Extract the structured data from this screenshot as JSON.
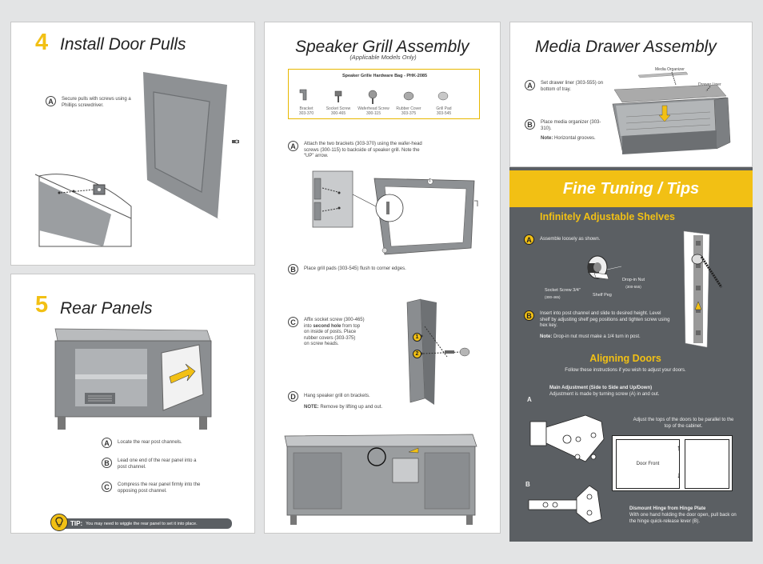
{
  "install": {
    "num": "4",
    "title": "Install Door Pulls",
    "stepA": {
      "letter": "A",
      "text": "Secure pulls with screws using a Phillips screwdriver."
    }
  },
  "rear": {
    "num": "5",
    "title": "Rear Panels",
    "steps": [
      {
        "letter": "A",
        "text": "Locate the rear post channels."
      },
      {
        "letter": "B",
        "text": "Lead one end of the rear panel into a post channel."
      },
      {
        "letter": "C",
        "text": "Compress the rear panel firmly into the opposing post channel."
      }
    ],
    "tip": {
      "label": "TIP:",
      "text": "You may need to wiggle the rear panel to set it into place."
    }
  },
  "speaker": {
    "title": "Speaker Grill Assembly",
    "subtitle": "(Applicable Models Only)",
    "bag_title": "Speaker Grille Hardware Bag - PHK-2085",
    "hardware": [
      {
        "name": "Bracket",
        "code": "303-370"
      },
      {
        "name": "Socket Screw",
        "code": "300-465"
      },
      {
        "name": "Waferhead Screw",
        "code": "300-115"
      },
      {
        "name": "Rubber Cover",
        "code": "303-375"
      },
      {
        "name": "Grill Pad",
        "code": "303-545"
      }
    ],
    "stepA": {
      "letter": "A",
      "text": "Attach the two brackets (303-370) using the wafer-head screws (300-115) to backside of speaker grill. Note the “UP” arrow."
    },
    "stepB": {
      "letter": "B",
      "text": "Place grill pads (303-545) flush to corner edges."
    },
    "stepC": {
      "letter": "C",
      "line1": "Affix socket screw (300-465)",
      "line2a": "into ",
      "bold": "second hole",
      "line2b": " from top",
      "line3": "on inside of posts. Place",
      "line4": "rubber covers (303-375)",
      "line5": "on screw heads."
    },
    "stepD": {
      "letter": "D",
      "text": "Hang speaker grill on brackets.",
      "note_label": "NOTE:",
      "note": " Remove by lifting up and out."
    },
    "callout1": "1",
    "callout2": "2",
    "grill_num": "1"
  },
  "media": {
    "title": "Media Drawer Assembly",
    "stepA": {
      "letter": "A",
      "text": "Set drawer liner (303-555) on bottom of tray."
    },
    "stepB": {
      "letter": "B",
      "text": "Place media organizer (303-310).",
      "note_label": "Note:",
      "note": " Horizontal grooves."
    },
    "label_organizer": "Media Organizer",
    "label_liner": "Drawer Liner"
  },
  "tips": {
    "banner": "Fine Tuning / Tips",
    "shelves_title": "Infinitely Adjustable Shelves",
    "stepA": {
      "letter": "A",
      "text": "Assemble loosely as shown."
    },
    "socket_label": "Socket Screw 3/4\"",
    "socket_code": "(300-465)",
    "shelf_peg": "Shelf Peg",
    "dropin": "Drop-in Nut",
    "dropin_code": "(300-555)",
    "stepB": {
      "letter": "B",
      "text": "Insert into post channel and slide to desired height. Level shelf by adjusting shelf peg positions and tighten screw using hex key.",
      "note_label": "Note:",
      "note": " Drop-in nut must make a 1/4 turn in post."
    },
    "doors_title": "Aligning Doors",
    "doors_intro": "Follow these instructions if you wish to adjust your doors.",
    "main_adj_title": "Main Adjustment (Side to Side and Up/Down)",
    "main_adj_text": "Adjustment is made by turning screw (A) in and out.",
    "label_a": "A",
    "label_b": "B",
    "align_text": "Adjust the tops of the doors to be parallel to the top of the cabinet.",
    "door_front": "Door Front",
    "dismount_title": "Dismount Hinge from Hinge Plate",
    "dismount_text": "With one hand holding the door open, pull back on the hinge quick-release lever (B)."
  },
  "colors": {
    "accent": "#f2c014",
    "dark_panel": "#5b5f63",
    "furniture": "#9a9c9f"
  }
}
